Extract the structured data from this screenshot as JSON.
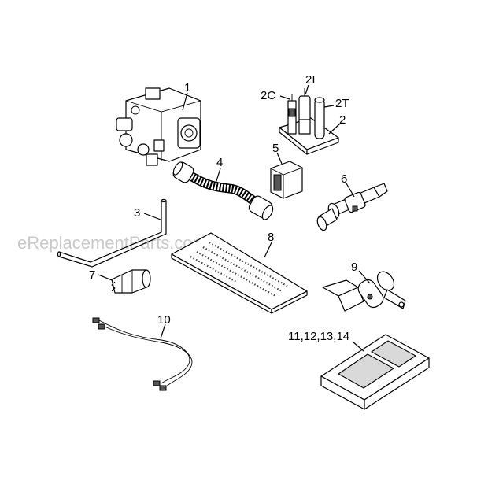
{
  "watermark": "eReplacementParts.com",
  "labels": {
    "p1": "1",
    "p2": "2",
    "p2c": "2C",
    "p2i": "2I",
    "p2t": "2T",
    "p3": "3",
    "p4": "4",
    "p5": "5",
    "p6": "6",
    "p7": "7",
    "p8": "8",
    "p9": "9",
    "p10": "10",
    "p11": "11,12,13,14"
  }
}
